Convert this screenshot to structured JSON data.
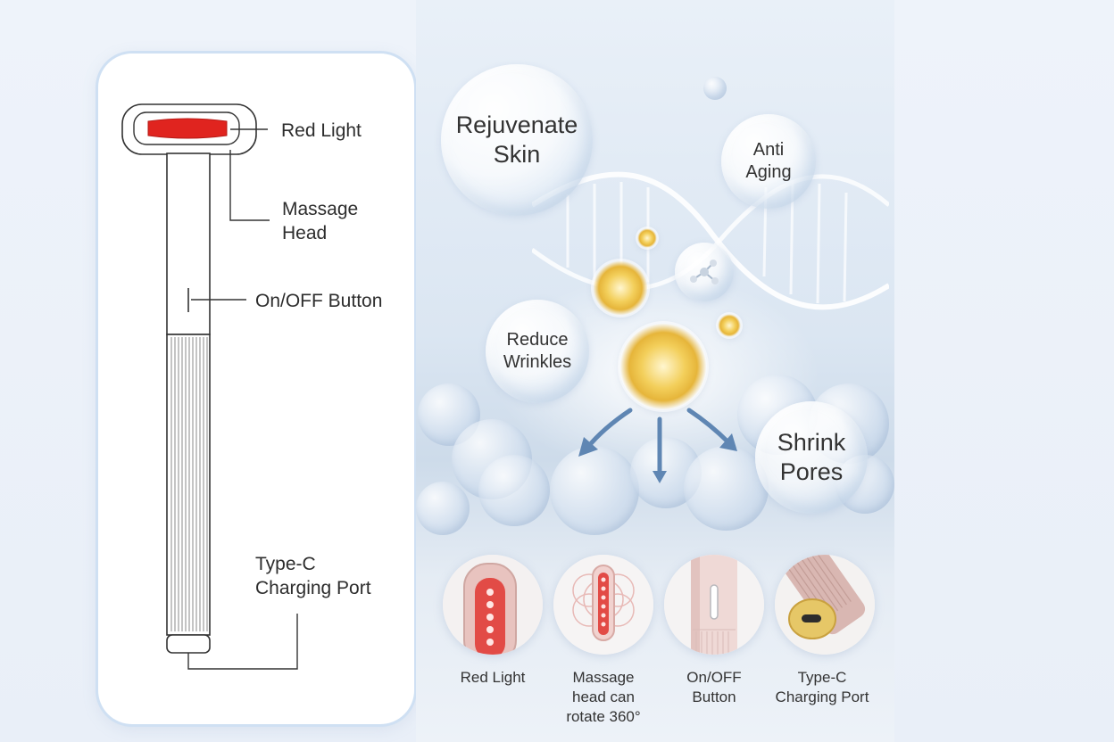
{
  "diagram": {
    "labels": {
      "red_light": "Red Light",
      "massage_head": "Massage\nHead",
      "on_off": "On/OFF Button",
      "type_c": "Type-C\nCharging Port"
    }
  },
  "benefits": {
    "rejuvenate": "Rejuvenate\nSkin",
    "anti_aging": "Anti\nAging",
    "reduce_wrinkles": "Reduce\nWrinkles",
    "shrink_pores": "Shrink\nPores"
  },
  "details": [
    {
      "caption": "Red Light",
      "icon": "red-light-closeup-icon"
    },
    {
      "caption": "Massage\nhead can\nrotate 360°",
      "icon": "rotating-head-icon"
    },
    {
      "caption": "On/OFF\nButton",
      "icon": "power-button-icon"
    },
    {
      "caption": "Type-C\nCharging Port",
      "icon": "usb-c-port-icon"
    }
  ],
  "colors": {
    "red_light": "#e0241f",
    "gold_drop": "#e6b53a",
    "rose_gold": "#e8c3bf",
    "card_border": "#cfe0f3"
  }
}
